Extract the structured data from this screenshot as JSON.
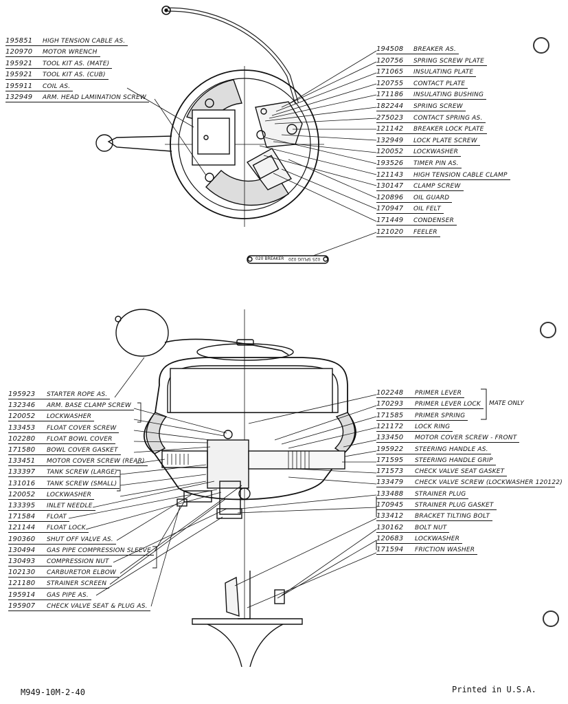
{
  "magneto_parts_left": [
    {
      "num": "195851",
      "name": "High Tension Cable As."
    },
    {
      "num": "120970",
      "name": "Motor Wrench"
    },
    {
      "num": "195921",
      "name": "Tool Kit As. (Mate)"
    },
    {
      "num": "195921",
      "name": "Tool Kit As. (Cub)"
    },
    {
      "num": "195911",
      "name": "Coil As."
    },
    {
      "num": "132949",
      "name": "Arm. Head Lamination Screw"
    }
  ],
  "magneto_parts_right": [
    {
      "num": "194508",
      "name": "Breaker As."
    },
    {
      "num": "120756",
      "name": "Spring Screw Plate"
    },
    {
      "num": "171065",
      "name": "Insulating Plate"
    },
    {
      "num": "120755",
      "name": "Contact Plate"
    },
    {
      "num": "171186",
      "name": "Insulating Bushing"
    },
    {
      "num": "182244",
      "name": "Spring Screw"
    },
    {
      "num": "275023",
      "name": "Contact Spring As."
    },
    {
      "num": "121142",
      "name": "Breaker Lock Plate"
    },
    {
      "num": "132949",
      "name": "Lock Plate Screw"
    },
    {
      "num": "120052",
      "name": "Lockwasher"
    },
    {
      "num": "193526",
      "name": "Timer Pin As."
    },
    {
      "num": "121143",
      "name": "High Tension Cable Clamp"
    },
    {
      "num": "130147",
      "name": "Clamp Screw"
    },
    {
      "num": "120896",
      "name": "Oil Guard"
    },
    {
      "num": "170947",
      "name": "Oil Felt"
    },
    {
      "num": "171449",
      "name": "Condenser"
    },
    {
      "num": "121020",
      "name": "Feeler"
    }
  ],
  "feeler_gauge_text": {
    "left": "020 BREAKER",
    "right": "025 SPLUG 020"
  },
  "motor_parts_left": [
    {
      "num": "195923",
      "name": "Starter Rope As."
    },
    {
      "num": "132346",
      "name": "Arm. Base Clamp Screw"
    },
    {
      "num": "120052",
      "name": "Lockwasher"
    },
    {
      "num": "133453",
      "name": "Float Cover Screw"
    },
    {
      "num": "102280",
      "name": "Float Bowl Cover"
    },
    {
      "num": "171580",
      "name": "Bowl Cover Gasket"
    },
    {
      "num": "133451",
      "name": "Motor Cover Screw (Rear)"
    },
    {
      "num": "133397",
      "name": "Tank Screw (Large)"
    },
    {
      "num": "131016",
      "name": "Tank Screw (Small)"
    },
    {
      "num": "120052",
      "name": "Lockwasher"
    },
    {
      "num": "133395",
      "name": "Inlet Needle"
    },
    {
      "num": "171584",
      "name": "Float"
    },
    {
      "num": "121144",
      "name": "Float Lock"
    },
    {
      "num": "190360",
      "name": "Shut Off Valve As."
    },
    {
      "num": "130494",
      "name": "Gas Pipe Compression Sleeve"
    },
    {
      "num": "130493",
      "name": "Compression Nut"
    },
    {
      "num": "102130",
      "name": "Carburetor Elbow"
    },
    {
      "num": "121180",
      "name": "Strainer Screen"
    },
    {
      "num": "195914",
      "name": "Gas Pipe As."
    },
    {
      "num": "195907",
      "name": "Check Valve Seat & Plug As."
    }
  ],
  "motor_parts_right": [
    {
      "num": "102248",
      "name": "Primer Lever"
    },
    {
      "num": "170293",
      "name": "Primer Lever Lock"
    },
    {
      "num": "171585",
      "name": "Primer Spring"
    },
    {
      "num": "121172",
      "name": "Lock Ring"
    },
    {
      "num": "133450",
      "name": "Motor Cover Screw - Front"
    },
    {
      "num": "195922",
      "name": "Steering Handle As."
    },
    {
      "num": "171595",
      "name": "Steering Handle Grip"
    },
    {
      "num": "171573",
      "name": "Check Valve Seat Gasket"
    },
    {
      "num": "133479",
      "name": "Check Valve Screw (Lockwasher 120122)"
    },
    {
      "num": "133488",
      "name": "Strainer Plug"
    },
    {
      "num": "170945",
      "name": "Strainer Plug Gasket"
    },
    {
      "num": "133412",
      "name": "Bracket Tilting Bolt"
    },
    {
      "num": "130162",
      "name": "Bolt Nut"
    },
    {
      "num": "120683",
      "name": "Lockwasher"
    },
    {
      "num": "171594",
      "name": "Friction Washer"
    }
  ],
  "mate_only_label": "Mate Only",
  "footer": {
    "code": "M949-10M-2-40",
    "printed": "Printed in U.S.A."
  }
}
